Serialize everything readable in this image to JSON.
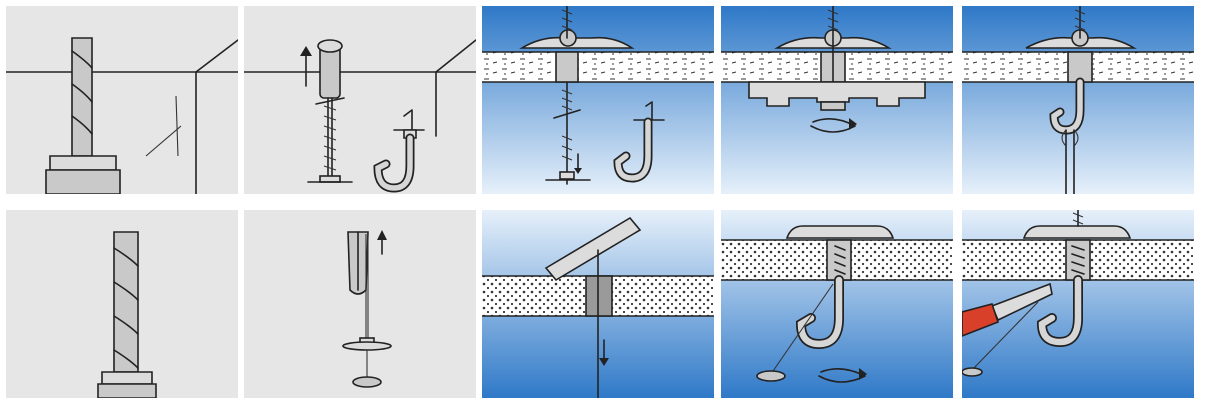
{
  "steps": [
    {
      "icon": "drill-bit-icon",
      "background": "grey"
    },
    {
      "icon": "spring-toggle-anchor-icon",
      "background": "grey"
    },
    {
      "icon": "toggle-anchor-insert-icon",
      "background": "blue-gradient"
    },
    {
      "icon": "rail-mount-rotate-icon",
      "background": "blue-gradient"
    },
    {
      "icon": "hook-hung-icon",
      "background": "blue-gradient"
    },
    {
      "icon": "drill-bit-icon",
      "background": "grey"
    },
    {
      "icon": "tilting-toggle-anchor-icon",
      "background": "grey"
    },
    {
      "icon": "tilting-toggle-insert-icon",
      "background": "blue-gradient"
    },
    {
      "icon": "hook-screw-rotate-icon",
      "background": "blue-gradient"
    },
    {
      "icon": "cut-string-icon",
      "background": "blue-gradient"
    }
  ],
  "colors": {
    "panel_grey": "#e6e6e6",
    "sky_top": "#2f79c8",
    "sky_bottom": "#e6f0fa",
    "board": "#ffffff",
    "metal": "#c9c9c9",
    "knife_handle": "#d8402a",
    "line": "#222222"
  }
}
